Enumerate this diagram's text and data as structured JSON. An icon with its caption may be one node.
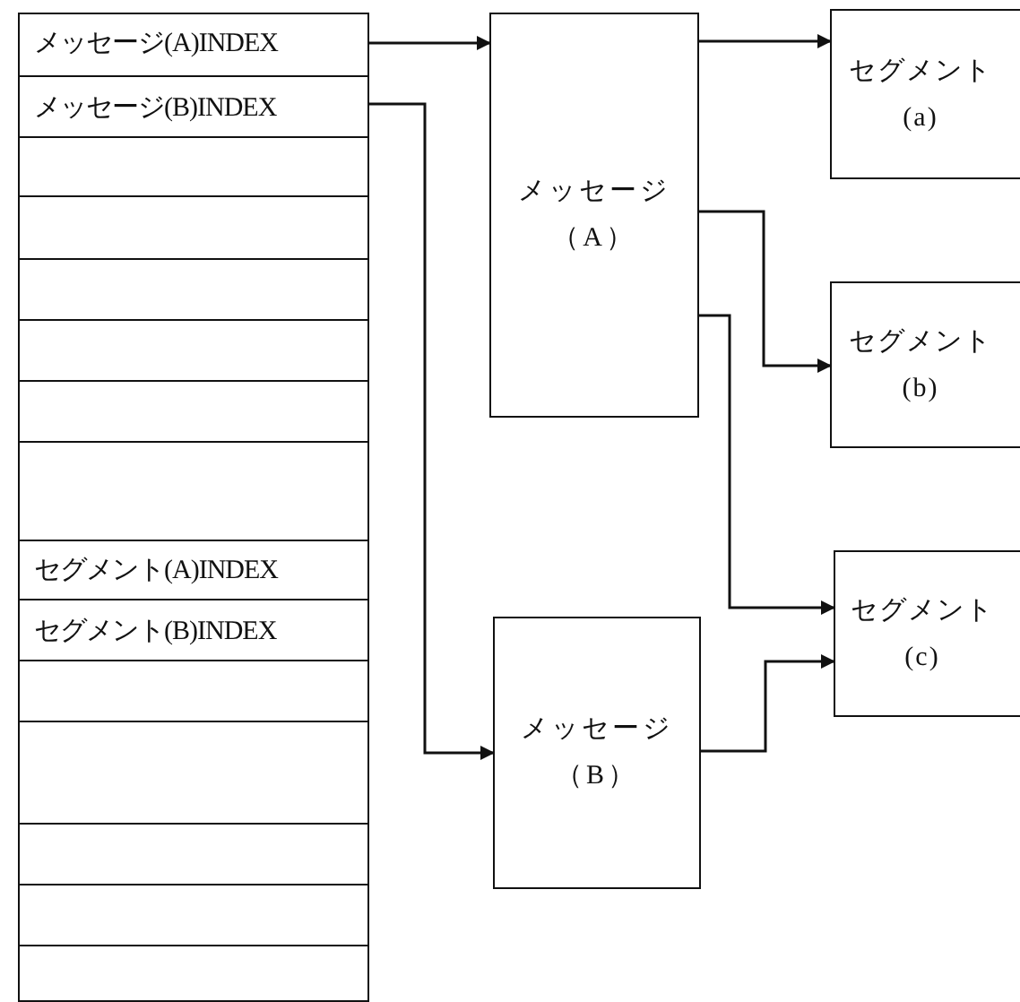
{
  "diagram": {
    "nodes": [
      {
        "text": [],
        "shape": "box"
      },
      {
        "text": [
          "メッセージ(A)INDEX"
        ],
        "in": 0
      },
      {
        "text": [
          "メッセージ(B)INDEX"
        ],
        "in": 0
      },
      {
        "text": [],
        "shape": "box",
        "in": 0
      },
      {
        "text": [],
        "shape": "box",
        "in": 0
      },
      {
        "text": [],
        "shape": "box",
        "in": 0
      },
      {
        "text": [],
        "shape": "box",
        "in": 0
      },
      {
        "text": [],
        "shape": "box",
        "in": 0
      },
      {
        "text": [],
        "shape": "box",
        "in": 0
      },
      {
        "text": [
          "セグメント(A)INDEX"
        ],
        "in": 0
      },
      {
        "text": [
          "セグメント(B)INDEX"
        ],
        "in": 0
      },
      {
        "text": [],
        "shape": "box",
        "in": 0
      },
      {
        "text": [],
        "shape": "box",
        "in": 0
      },
      {
        "text": [],
        "shape": "box",
        "in": 0
      },
      {
        "text": [],
        "shape": "box",
        "in": 0
      },
      {
        "text": [],
        "shape": "box",
        "in": 0
      },
      {
        "text": [
          "メッセージ（A）"
        ]
      },
      {
        "text": [
          "メッセージ（B）"
        ]
      },
      {
        "text": [
          "セグメント(a)"
        ]
      },
      {
        "text": [
          "セグメント(b)"
        ]
      },
      {
        "text": [
          "セグメント(c)"
        ]
      }
    ],
    "edges": [
      {
        "from": 1,
        "to": 16,
        "arrow": "to"
      },
      {
        "from": 2,
        "to": 17,
        "arrow": "to"
      },
      {
        "from": 16,
        "to": 18,
        "arrow": "to"
      },
      {
        "from": 16,
        "to": 19,
        "arrow": "to"
      },
      {
        "from": 16,
        "to": 20,
        "arrow": "to"
      },
      {
        "from": 17,
        "to": 20,
        "arrow": "to"
      }
    ]
  }
}
